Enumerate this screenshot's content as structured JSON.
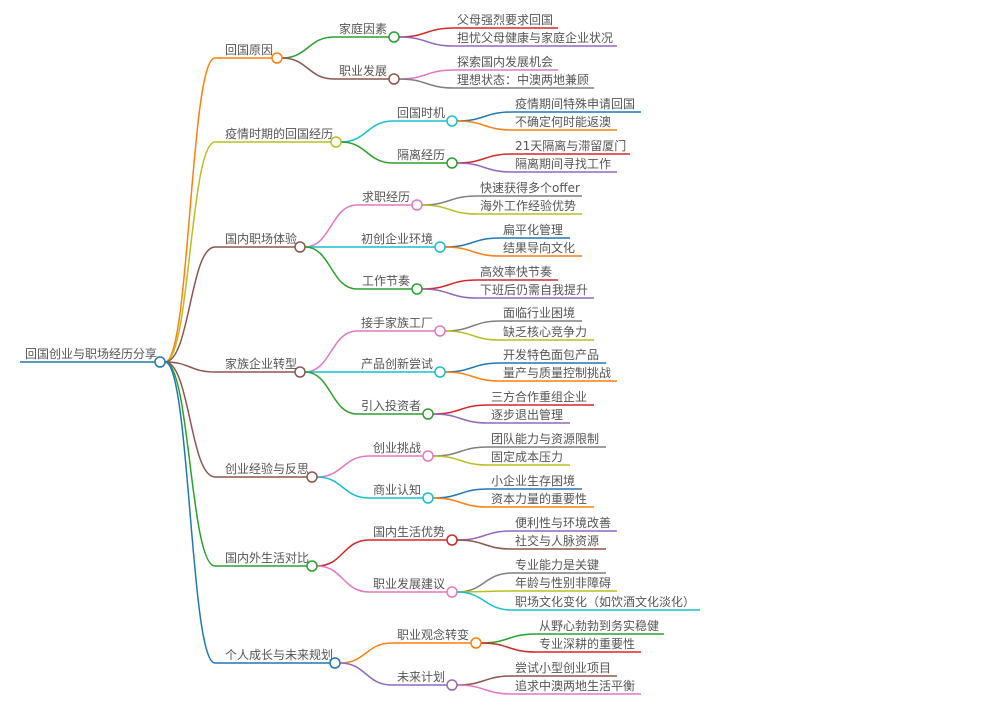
{
  "mindmap": {
    "root": {
      "label": "回国创业与职场经历分享",
      "color": "#1f77b4"
    },
    "branches": [
      {
        "label": "回国原因",
        "color": "#ff7f0e",
        "children": [
          {
            "label": "家庭因素",
            "color": "#2ca02c",
            "children": [
              {
                "label": "父母强烈要求回国",
                "color": "#d62728"
              },
              {
                "label": "担忧父母健康与家庭企业状况",
                "color": "#9467bd"
              }
            ]
          },
          {
            "label": "职业发展",
            "color": "#8c564b",
            "children": [
              {
                "label": "探索国内发展机会",
                "color": "#e377c2"
              },
              {
                "label": "理想状态：中澳两地兼顾",
                "color": "#7f7f7f"
              }
            ]
          }
        ]
      },
      {
        "label": "疫情时期的回国经历",
        "color": "#bcbd22",
        "children": [
          {
            "label": "回国时机",
            "color": "#17becf",
            "children": [
              {
                "label": "疫情期间特殊申请回国",
                "color": "#1f77b4"
              },
              {
                "label": "不确定何时能返澳",
                "color": "#ff7f0e"
              }
            ]
          },
          {
            "label": "隔离经历",
            "color": "#2ca02c",
            "children": [
              {
                "label": "21天隔离与滞留厦门",
                "color": "#d62728"
              },
              {
                "label": "隔离期间寻找工作",
                "color": "#9467bd"
              }
            ]
          }
        ]
      },
      {
        "label": "国内职场体验",
        "color": "#8c564b",
        "children": [
          {
            "label": "求职经历",
            "color": "#e377c2",
            "children": [
              {
                "label": "快速获得多个offer",
                "color": "#7f7f7f"
              },
              {
                "label": "海外工作经验优势",
                "color": "#bcbd22"
              }
            ]
          },
          {
            "label": "初创企业环境",
            "color": "#17becf",
            "children": [
              {
                "label": "扁平化管理",
                "color": "#1f77b4"
              },
              {
                "label": "结果导向文化",
                "color": "#ff7f0e"
              }
            ]
          },
          {
            "label": "工作节奏",
            "color": "#2ca02c",
            "children": [
              {
                "label": "高效率快节奏",
                "color": "#d62728"
              },
              {
                "label": "下班后仍需自我提升",
                "color": "#9467bd"
              }
            ]
          }
        ]
      },
      {
        "label": "家族企业转型",
        "color": "#8c564b",
        "children": [
          {
            "label": "接手家族工厂",
            "color": "#e377c2",
            "children": [
              {
                "label": "面临行业困境",
                "color": "#7f7f7f"
              },
              {
                "label": "缺乏核心竞争力",
                "color": "#bcbd22"
              }
            ]
          },
          {
            "label": "产品创新尝试",
            "color": "#17becf",
            "children": [
              {
                "label": "开发特色面包产品",
                "color": "#1f77b4"
              },
              {
                "label": "量产与质量控制挑战",
                "color": "#ff7f0e"
              }
            ]
          },
          {
            "label": "引入投资者",
            "color": "#2ca02c",
            "children": [
              {
                "label": "三方合作重组企业",
                "color": "#d62728"
              },
              {
                "label": "逐步退出管理",
                "color": "#9467bd"
              }
            ]
          }
        ]
      },
      {
        "label": "创业经验与反思",
        "color": "#8c564b",
        "children": [
          {
            "label": "创业挑战",
            "color": "#e377c2",
            "children": [
              {
                "label": "团队能力与资源限制",
                "color": "#7f7f7f"
              },
              {
                "label": "固定成本压力",
                "color": "#bcbd22"
              }
            ]
          },
          {
            "label": "商业认知",
            "color": "#17becf",
            "children": [
              {
                "label": "小企业生存困境",
                "color": "#1f77b4"
              },
              {
                "label": "资本力量的重要性",
                "color": "#ff7f0e"
              }
            ]
          }
        ]
      },
      {
        "label": "国内外生活对比",
        "color": "#2ca02c",
        "children": [
          {
            "label": "国内生活优势",
            "color": "#d62728",
            "children": [
              {
                "label": "便利性与环境改善",
                "color": "#9467bd"
              },
              {
                "label": "社交与人脉资源",
                "color": "#8c564b"
              }
            ]
          },
          {
            "label": "职业发展建议",
            "color": "#e377c2",
            "children": [
              {
                "label": "专业能力是关键",
                "color": "#7f7f7f"
              },
              {
                "label": "年龄与性别非障碍",
                "color": "#bcbd22"
              },
              {
                "label": "职场文化变化（如饮酒文化淡化）",
                "color": "#17becf"
              }
            ]
          }
        ]
      },
      {
        "label": "个人成长与未来规划",
        "color": "#1f77b4",
        "children": [
          {
            "label": "职业观念转变",
            "color": "#ff7f0e",
            "children": [
              {
                "label": "从野心勃勃到务实稳健",
                "color": "#2ca02c"
              },
              {
                "label": "专业深耕的重要性",
                "color": "#d62728"
              }
            ]
          },
          {
            "label": "未来计划",
            "color": "#9467bd",
            "children": [
              {
                "label": "尝试小型创业项目",
                "color": "#8c564b"
              },
              {
                "label": "追求中澳两地生活平衡",
                "color": "#e377c2"
              }
            ]
          }
        ]
      }
    ]
  }
}
